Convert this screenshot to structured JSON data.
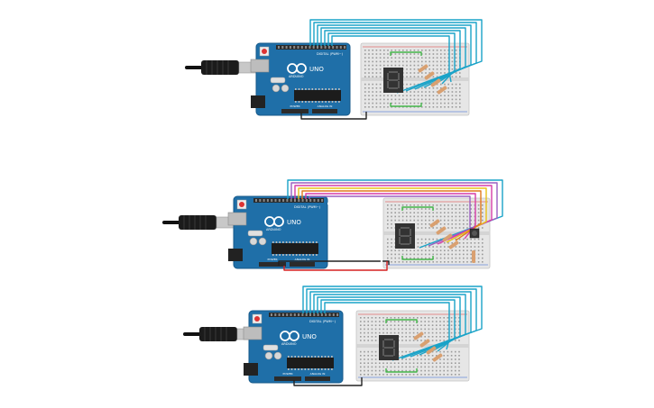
{
  "circuits": [
    {
      "id": "circuit-top",
      "board": {
        "brand": "ARDUINO",
        "model": "UNO",
        "power_label": "POWER",
        "analog_label": "ANALOG IN",
        "digital_label": "DIGITAL (PWM~)"
      },
      "display": {
        "digit": "8"
      },
      "extra_components": []
    },
    {
      "id": "circuit-middle",
      "board": {
        "brand": "ARDUINO",
        "model": "UNO",
        "power_label": "POWER",
        "analog_label": "ANALOG IN",
        "digital_label": "DIGITAL (PWM~)"
      },
      "display": {
        "digit": "8"
      },
      "extra_components": [
        "pushbutton",
        "pulldown-resistor"
      ]
    },
    {
      "id": "circuit-bottom",
      "board": {
        "brand": "ARDUINO",
        "model": "UNO",
        "power_label": "POWER",
        "analog_label": "ANALOG IN",
        "digital_label": "DIGITAL (PWM~)"
      },
      "display": {
        "digit": "8"
      },
      "extra_components": []
    }
  ],
  "colors": {
    "arduino_blue": "#1f6fa8",
    "arduino_dark": "#175a8a",
    "breadboard": "#e6e6e6",
    "wire_cyan": "#1aa3c8",
    "wire_purple": "#9b5fc0",
    "wire_magenta": "#d63da8",
    "wire_yellow": "#e8c21a",
    "wire_orange": "#e07a1f",
    "wire_red": "#d62020",
    "wire_black": "#222222",
    "wire_green": "#43b649",
    "resistor": "#d9a070",
    "display_body": "#333333",
    "segment_on": "#e23b3b",
    "cable": "#111111"
  }
}
